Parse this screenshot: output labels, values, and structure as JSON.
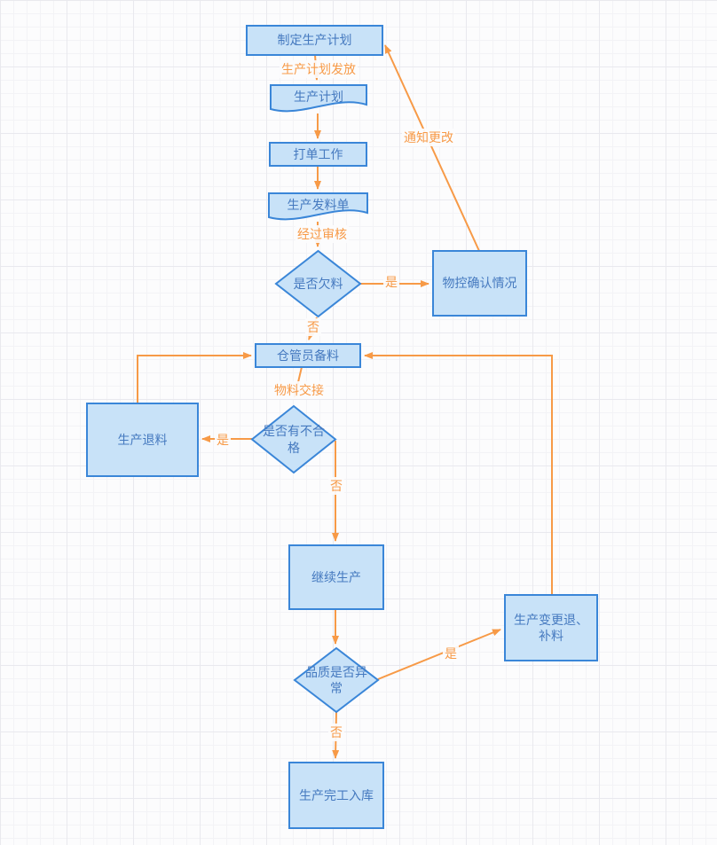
{
  "diagram": {
    "title_hint": "production-material-flowchart",
    "colors": {
      "node_border": "#3A86D8",
      "node_fill": "#C8E2F8",
      "node_text": "#4579BF",
      "connector": "#F79A47",
      "grid_line": "#E9E9EE"
    },
    "nodes": {
      "make_plan": {
        "type": "process",
        "label": "制定生产计划"
      },
      "plan_doc": {
        "type": "document",
        "label": "生产计划"
      },
      "print_order": {
        "type": "process",
        "label": "打单工作"
      },
      "issue_doc": {
        "type": "document",
        "label": "生产发料单"
      },
      "shortage": {
        "type": "decision",
        "label": "是否欠料"
      },
      "material_control": {
        "type": "process",
        "label": "物控确认情况"
      },
      "warehouse": {
        "type": "process",
        "label": "仓管员备料"
      },
      "unqualified": {
        "type": "decision",
        "label": "是否有不合格"
      },
      "return_material": {
        "type": "process",
        "label": "生产退料"
      },
      "continue_prod": {
        "type": "process",
        "label": "继续生产"
      },
      "quality": {
        "type": "decision",
        "label": "品质是否异常"
      },
      "change_return": {
        "type": "process",
        "label": "生产变更退、补料"
      },
      "finish_in": {
        "type": "process",
        "label": "生产完工入库"
      }
    },
    "edges": [
      {
        "from": "make_plan",
        "to": "plan_doc",
        "label": "生产计划发放"
      },
      {
        "from": "plan_doc",
        "to": "print_order",
        "label": ""
      },
      {
        "from": "print_order",
        "to": "issue_doc",
        "label": ""
      },
      {
        "from": "issue_doc",
        "to": "shortage",
        "label": "经过审核"
      },
      {
        "from": "shortage",
        "to": "material_control",
        "label": "是"
      },
      {
        "from": "material_control",
        "to": "make_plan",
        "label": "通知更改"
      },
      {
        "from": "shortage",
        "to": "warehouse",
        "label": "否"
      },
      {
        "from": "warehouse",
        "to": "unqualified",
        "label": "物料交接"
      },
      {
        "from": "unqualified",
        "to": "return_material",
        "label": "是"
      },
      {
        "from": "return_material",
        "to": "warehouse",
        "label": ""
      },
      {
        "from": "unqualified",
        "to": "continue_prod",
        "label": "否"
      },
      {
        "from": "continue_prod",
        "to": "quality",
        "label": ""
      },
      {
        "from": "quality",
        "to": "change_return",
        "label": "是"
      },
      {
        "from": "change_return",
        "to": "warehouse",
        "label": ""
      },
      {
        "from": "quality",
        "to": "finish_in",
        "label": "否"
      }
    ]
  }
}
